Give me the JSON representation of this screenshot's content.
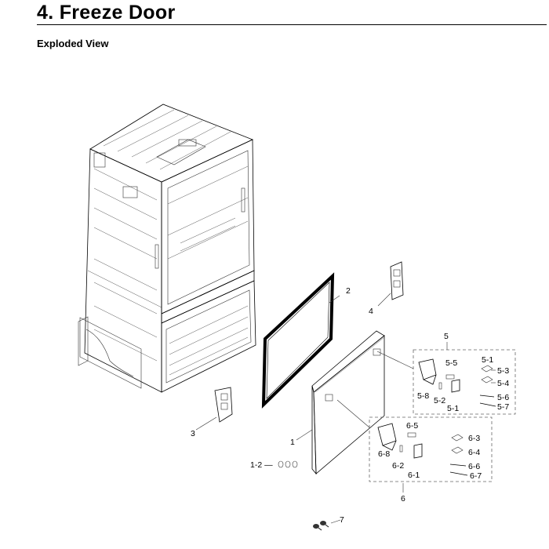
{
  "header": {
    "title": "4.  Freeze Door",
    "section": "Exploded View"
  },
  "callouts": [
    {
      "id": "label-1",
      "text": "1"
    },
    {
      "id": "label-1-2",
      "text": "1-2 —"
    },
    {
      "id": "label-2",
      "text": "2"
    },
    {
      "id": "label-3",
      "text": "3"
    },
    {
      "id": "label-4",
      "text": "4"
    },
    {
      "id": "label-5",
      "text": "5"
    },
    {
      "id": "label-5-1a",
      "text": "5-1"
    },
    {
      "id": "label-5-1b",
      "text": "5-1"
    },
    {
      "id": "label-5-2",
      "text": "5-2"
    },
    {
      "id": "label-5-3",
      "text": "5-3"
    },
    {
      "id": "label-5-4",
      "text": "5-4"
    },
    {
      "id": "label-5-5",
      "text": "5-5"
    },
    {
      "id": "label-5-6",
      "text": "5-6"
    },
    {
      "id": "label-5-7",
      "text": "5-7"
    },
    {
      "id": "label-5-8",
      "text": "5-8"
    },
    {
      "id": "label-6",
      "text": "6"
    },
    {
      "id": "label-6-1",
      "text": "6-1"
    },
    {
      "id": "label-6-2",
      "text": "6-2"
    },
    {
      "id": "label-6-3",
      "text": "6-3"
    },
    {
      "id": "label-6-4",
      "text": "6-4"
    },
    {
      "id": "label-6-5",
      "text": "6-5"
    },
    {
      "id": "label-6-6",
      "text": "6-6"
    },
    {
      "id": "label-6-7",
      "text": "6-7"
    },
    {
      "id": "label-6-8",
      "text": "6-8"
    },
    {
      "id": "label-7",
      "text": "7"
    }
  ]
}
